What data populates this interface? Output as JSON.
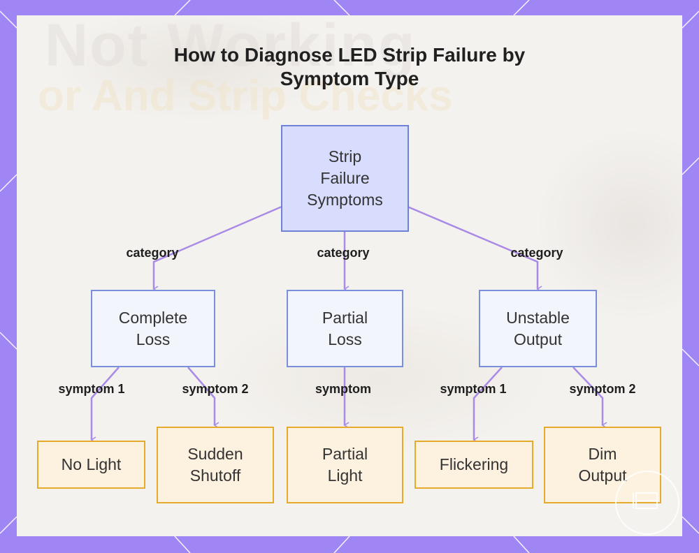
{
  "title": {
    "line1": "How to Diagnose LED Strip Failure by",
    "line2": "Symptom Type"
  },
  "background_text": {
    "line1": "Not Working",
    "line2": "or And Strip Checks"
  },
  "nodes": {
    "root": [
      "Strip",
      "Failure",
      "Symptoms"
    ],
    "complete_loss": [
      "Complete",
      "Loss"
    ],
    "partial_loss": [
      "Partial",
      "Loss"
    ],
    "unstable_output": [
      "Unstable",
      "Output"
    ],
    "no_light": [
      "No Light"
    ],
    "sudden_shutoff": [
      "Sudden",
      "Shutoff"
    ],
    "partial_light": [
      "Partial",
      "Light"
    ],
    "flickering": [
      "Flickering"
    ],
    "dim_output": [
      "Dim",
      "Output"
    ]
  },
  "edge_labels": {
    "root_complete": "category",
    "root_partial": "category",
    "root_unstable": "category",
    "complete_nolight": "symptom 1",
    "complete_shutoff": "symptom 2",
    "partial_light": "symptom",
    "unstable_flicker": "symptom 1",
    "unstable_dim": "symptom 2"
  },
  "colors": {
    "frame": "#9f86f4",
    "edge": "#a98ae6",
    "root_fill": "#d9ddfd",
    "category_fill": "#f3f5fd",
    "leaf_fill": "#fdf1e0",
    "leaf_border": "#e6aa2c"
  }
}
